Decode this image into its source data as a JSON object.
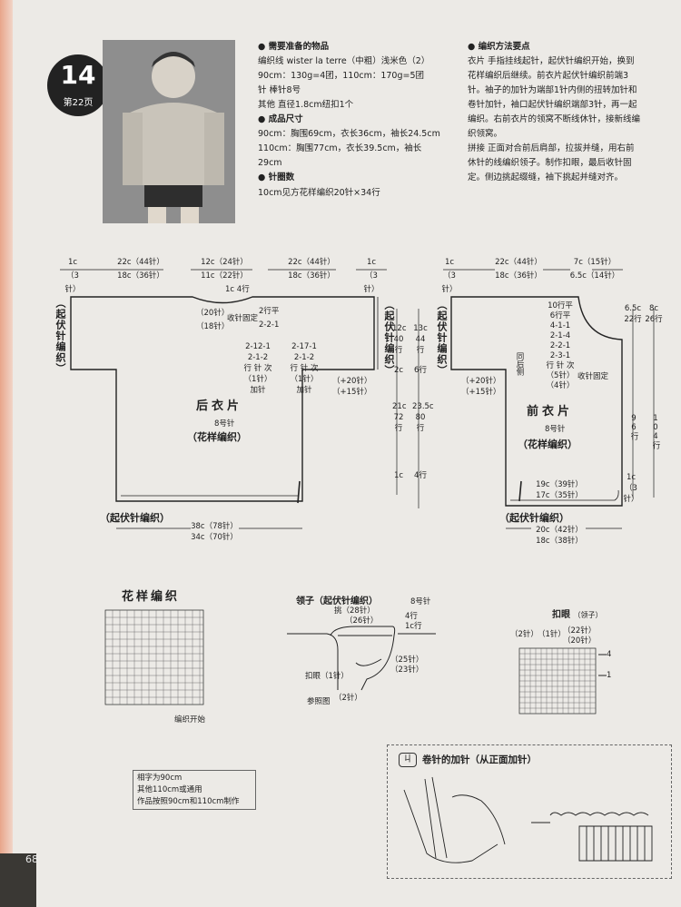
{
  "badge": {
    "number": "14",
    "ref": "第22页"
  },
  "materials": {
    "heading": "需要准备的物品",
    "lines": [
      "编织线  wister la terre（中粗）浅米色（2）",
      "90cm：130g=4团，110cm：170g=5团",
      "针  棒针8号",
      "其他  直径1.8cm纽扣1个"
    ]
  },
  "size": {
    "heading": "成品尺寸",
    "lines": [
      "90cm：胸围69cm，衣长36cm，袖长24.5cm",
      "110cm：胸围77cm，衣长39.5cm，袖长",
      "29cm"
    ]
  },
  "gauge": {
    "heading": "针圈数",
    "line": "10cm见方花样编织20针×34行"
  },
  "method": {
    "heading": "编织方法要点",
    "lines": [
      "衣片  手指挂线起针，起伏针编织开始，换到",
      "花样编织后继续。前衣片起伏针编织前端3",
      "针。袖子的加针为端部1针内侧的扭转加针和",
      "卷针加针，袖口起伏针编织端部3针，再一起",
      "编织。右前衣片的领窝不断线休针，接新线编",
      "织领窝。",
      "拼接  正面对合前后肩部，拉拔并缝，用右前",
      "休针的线编织领子。制作扣眼，最后收针固",
      "定。侧边挑起缀缝，袖下挑起并缝对齐。"
    ]
  },
  "back": {
    "top_dims": [
      "1c",
      "（3针）",
      "22c（44针）",
      "18c（36针）",
      "12c（24针）",
      "11c（22针）",
      "22c（44针）",
      "18c（36针）",
      "1c",
      "（3针）"
    ],
    "neck": [
      "1c",
      "4行",
      "（20针）",
      "（18针）",
      "收针固定",
      "2行平",
      "2-2-1"
    ],
    "sleeve_inc": [
      "2-12-1",
      "2-1-2",
      "行  针  次",
      "（1针）",
      "加针",
      "2-17-1",
      "2-1-2",
      "行  针  次",
      "（1针）",
      "加针"
    ],
    "garter_v": "（起伏针编织）",
    "plus": [
      "（+20针）",
      "（+15针）"
    ],
    "title": "后衣片",
    "needle": "8号针",
    "pattern": "（花样编织）",
    "bottom_label": "（起伏针编织）",
    "bottom_dims": [
      "38c（78针）",
      "34c（70针）"
    ],
    "v_left_garter": "（起伏针编织）"
  },
  "middle_dims": [
    "12c",
    "40行",
    "2c",
    "21c",
    "72行",
    "1c",
    "13c",
    "44行",
    "6行",
    "23.5c",
    "80行",
    "4行"
  ],
  "front": {
    "top_dims": [
      "1c",
      "（3针）",
      "22c（44针）",
      "18c（36针）",
      "7c（15针）",
      "6.5c（14针）"
    ],
    "neck": [
      "10行平",
      "6行平",
      "4-1-1",
      "2-1-4",
      "2-2-1",
      "2-3-1",
      "行  针  次",
      "（5针）",
      "（4针）",
      "收针固定"
    ],
    "same_back": "同后侧",
    "plus": [
      "（+20针）",
      "（+15针）"
    ],
    "title": "前衣片",
    "needle": "8号针",
    "pattern": "（花样编织）",
    "right_dims": [
      "6.5c",
      "22行",
      "8c",
      "26行",
      "96行",
      "104行",
      "1c",
      "（3针）"
    ],
    "bottom_inner": [
      "19c（39针）",
      "17c（35针）"
    ],
    "bottom_label": "（起伏针编织）",
    "bottom_dims": [
      "20c（42针）",
      "18c（38针）"
    ]
  },
  "charts": {
    "pattern_title": "花样编织",
    "start_label": "编织开始",
    "collar_title": "领子（起伏针编织）",
    "collar_needle": "8号针",
    "collar_dims": [
      "挑（28针）",
      "（26针）",
      "4行",
      "1c行",
      "（25针）",
      "（23针）",
      "扣眼（1针）",
      "参照图",
      "（2针）"
    ],
    "buttonhole_title": "扣眼",
    "buttonhole_sub": "（领子）",
    "buttonhole_dims": [
      "（2针）",
      "（1针）",
      "（22针）",
      "（20针）",
      "4",
      "1"
    ]
  },
  "note": {
    "lines": [
      "相字为90cm",
      "其他110cm或通用",
      "作品按照90cm和110cm制作"
    ]
  },
  "cast_on": {
    "icon": "ㄐ",
    "title": "卷针的加针（从正面加针）"
  },
  "page_number": "68"
}
